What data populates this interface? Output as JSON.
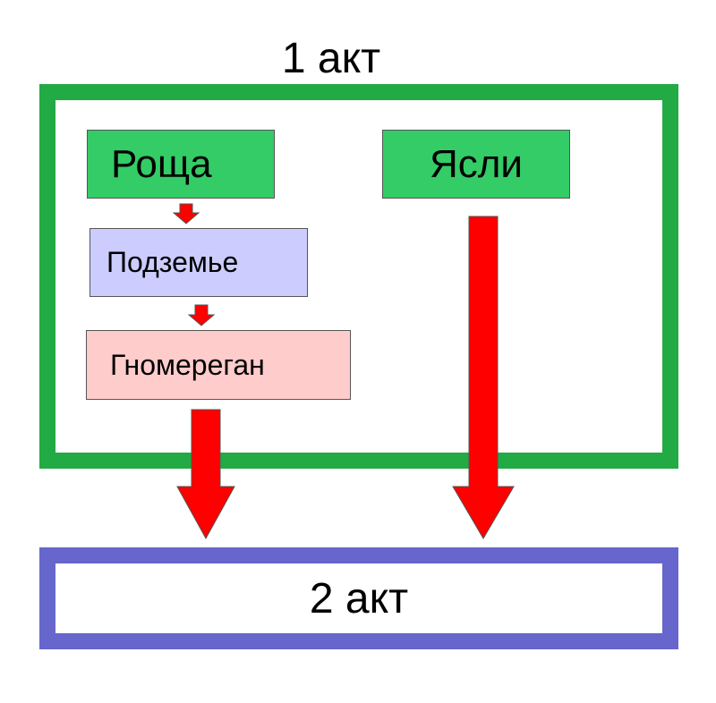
{
  "diagram": {
    "act1": {
      "title": "1 акт"
    },
    "act2": {
      "title": "2 акт"
    },
    "nodes": {
      "grove": "Роща",
      "nursery": "Ясли",
      "underground": "Подземье",
      "gnomeregan": "Гномереган"
    },
    "colors": {
      "act1_border": "#22aa44",
      "act2_border": "#6666cc",
      "green_node": "#33cc66",
      "underground_node": "#ccccff",
      "gnomeregan_node": "#ffcccc",
      "arrow": "#ff0000"
    },
    "edges": [
      {
        "from": "grove",
        "to": "underground"
      },
      {
        "from": "underground",
        "to": "gnomeregan"
      },
      {
        "from": "gnomeregan",
        "to": "act2"
      },
      {
        "from": "nursery",
        "to": "act2"
      }
    ]
  }
}
